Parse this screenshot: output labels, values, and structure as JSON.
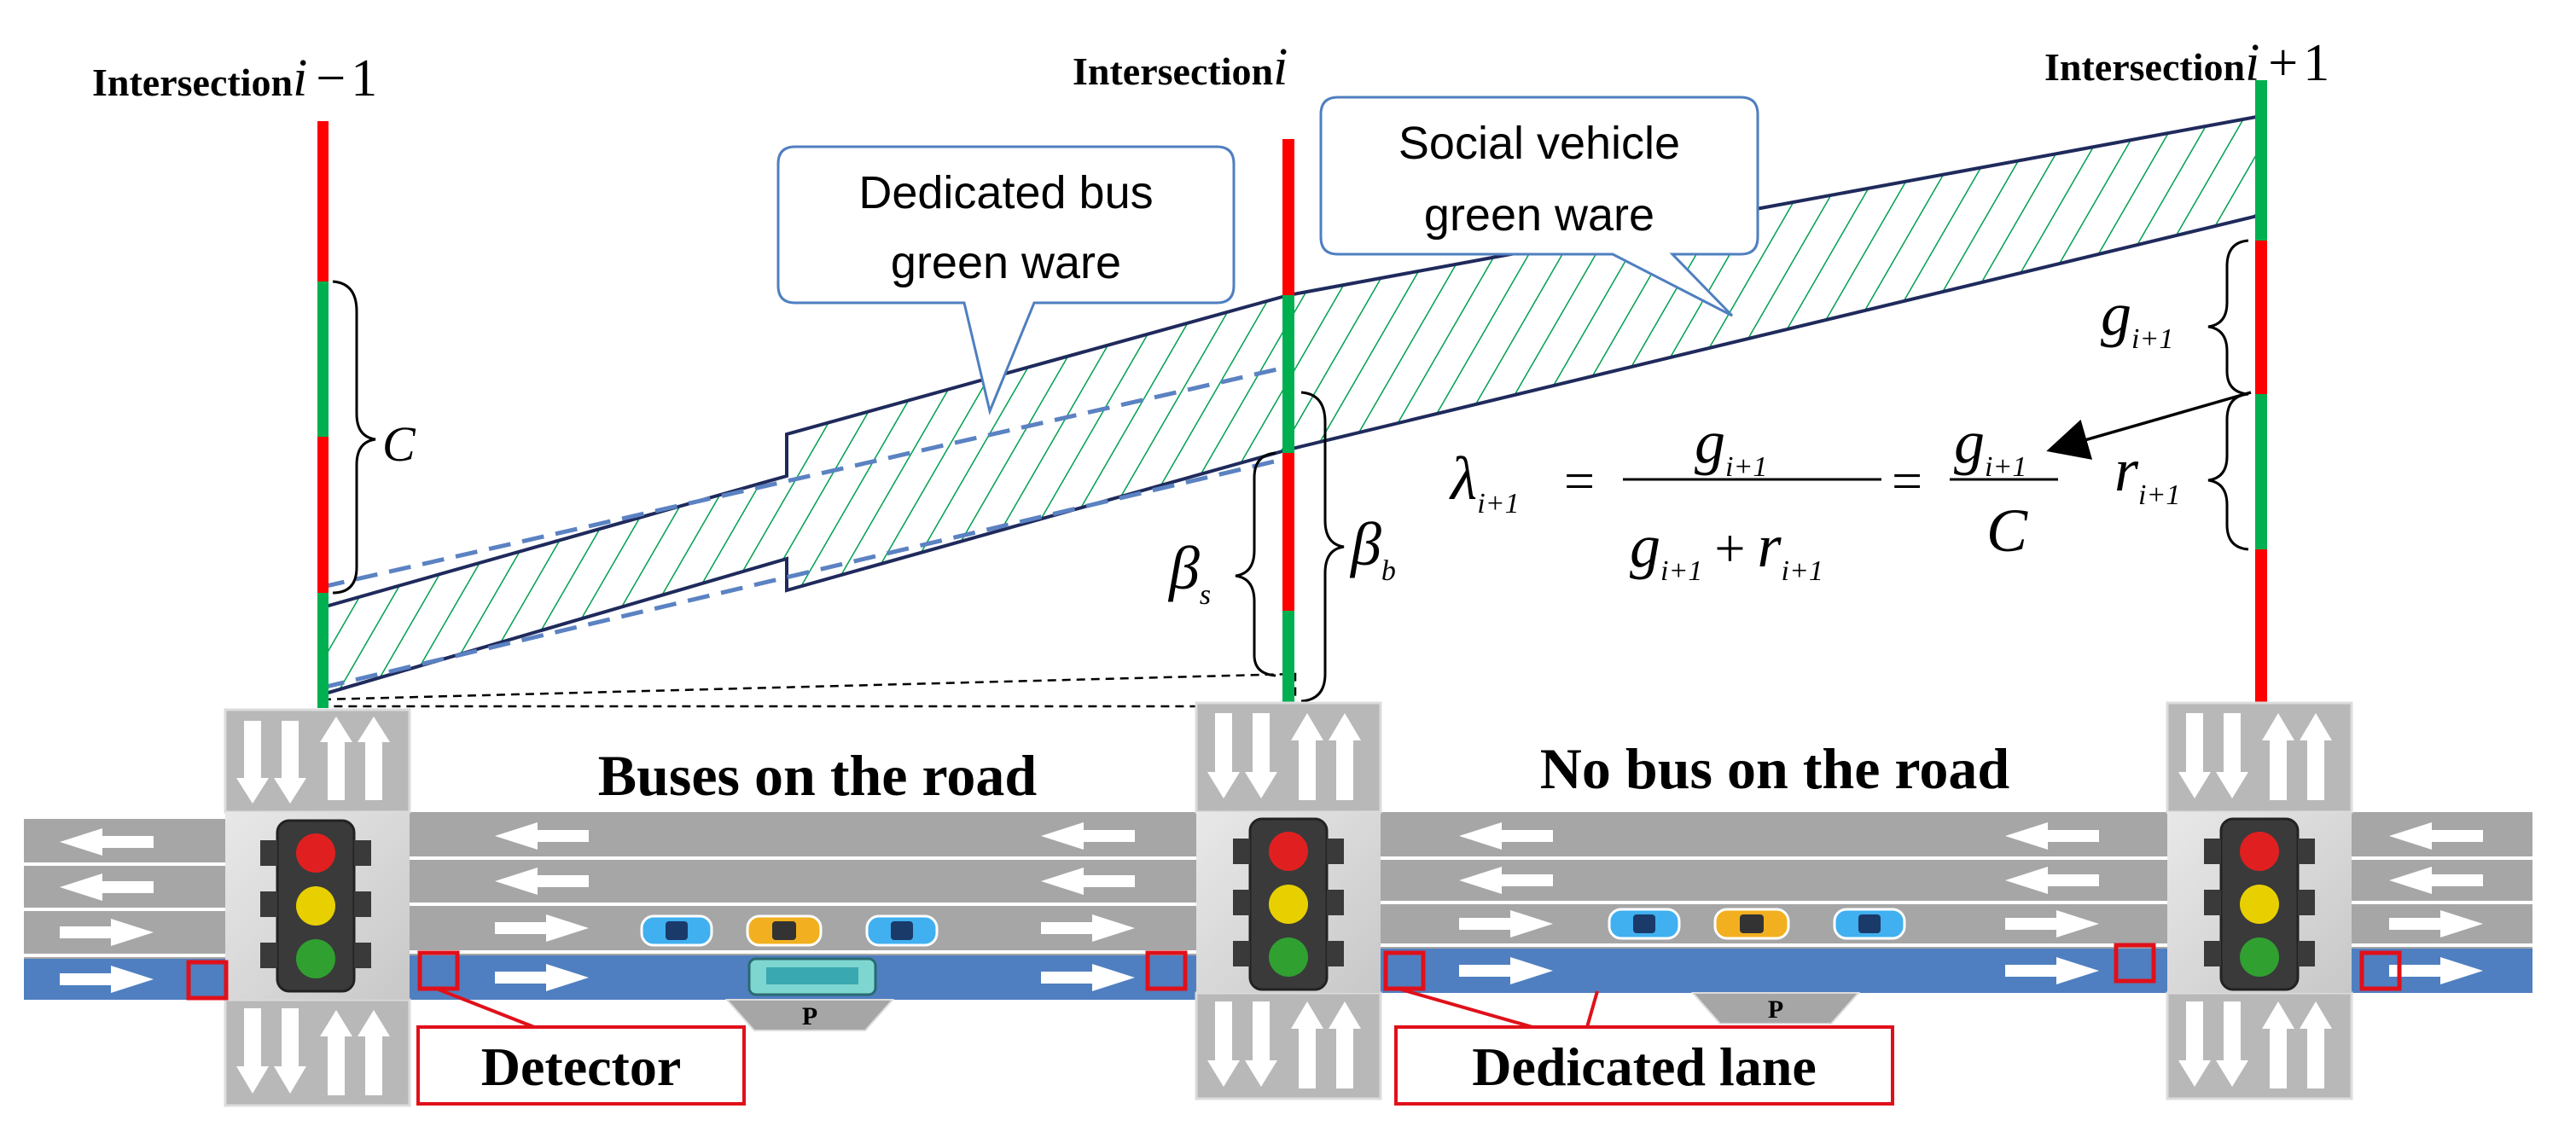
{
  "intersections": {
    "left": {
      "word": "Intersection",
      "var": "i",
      "op": "−",
      "num": "1"
    },
    "middle": {
      "word": "Intersection",
      "var": "i"
    },
    "right": {
      "word": "Intersection",
      "var": "i",
      "op": "+",
      "num": "1"
    }
  },
  "callouts": {
    "bus": {
      "line1": "Dedicated bus",
      "line2": "green ware"
    },
    "social": {
      "line1": "Social vehicle",
      "line2": "green ware"
    }
  },
  "symbols": {
    "C": "C",
    "beta": "β",
    "beta_s_sub": "s",
    "beta_b_sub": "b",
    "g": "g",
    "r": "r",
    "sub_i1": "i+1",
    "lambda": "λ",
    "eq": "=",
    "plus": "+"
  },
  "road_labels": {
    "left": "Buses on the road",
    "right": "No bus on the road",
    "parking": "P"
  },
  "legend": {
    "detector": "Detector",
    "dedicated_lane": "Dedicated lane"
  },
  "colors": {
    "red": "#ff0000",
    "green": "#00b050",
    "navy": "#1f2a5c",
    "dashed_blue": "#5b82c2",
    "hatch": "#00a050",
    "road_gray": "#a6a6a6",
    "bus_lane": "#4f7fc0",
    "detector": "#e0101a"
  }
}
